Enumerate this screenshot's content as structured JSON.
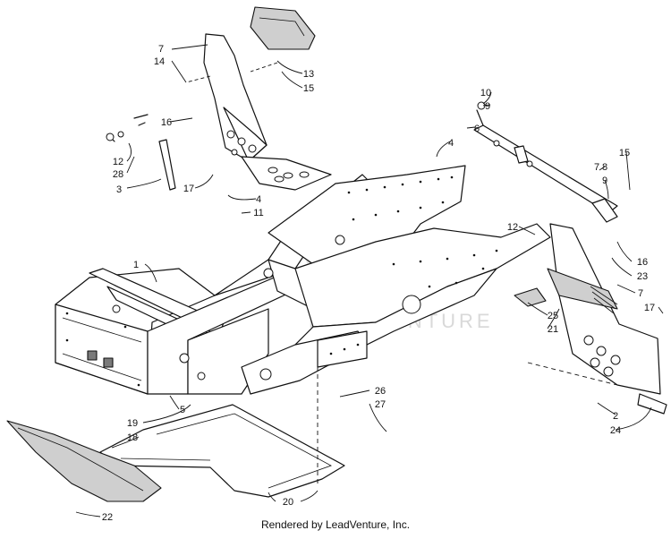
{
  "credit": "Rendered by LeadVenture, Inc.",
  "watermark": "LEADVENTURE",
  "callouts": [
    "1",
    "2",
    "3",
    "4",
    "4",
    "5",
    "6",
    "7",
    "7",
    "7",
    "8",
    "9",
    "9",
    "10",
    "11",
    "12",
    "12",
    "13",
    "14",
    "15",
    "15",
    "16",
    "16",
    "17",
    "17",
    "18",
    "19",
    "20",
    "21",
    "22",
    "23",
    "24",
    "25",
    "26",
    "27",
    "28"
  ]
}
